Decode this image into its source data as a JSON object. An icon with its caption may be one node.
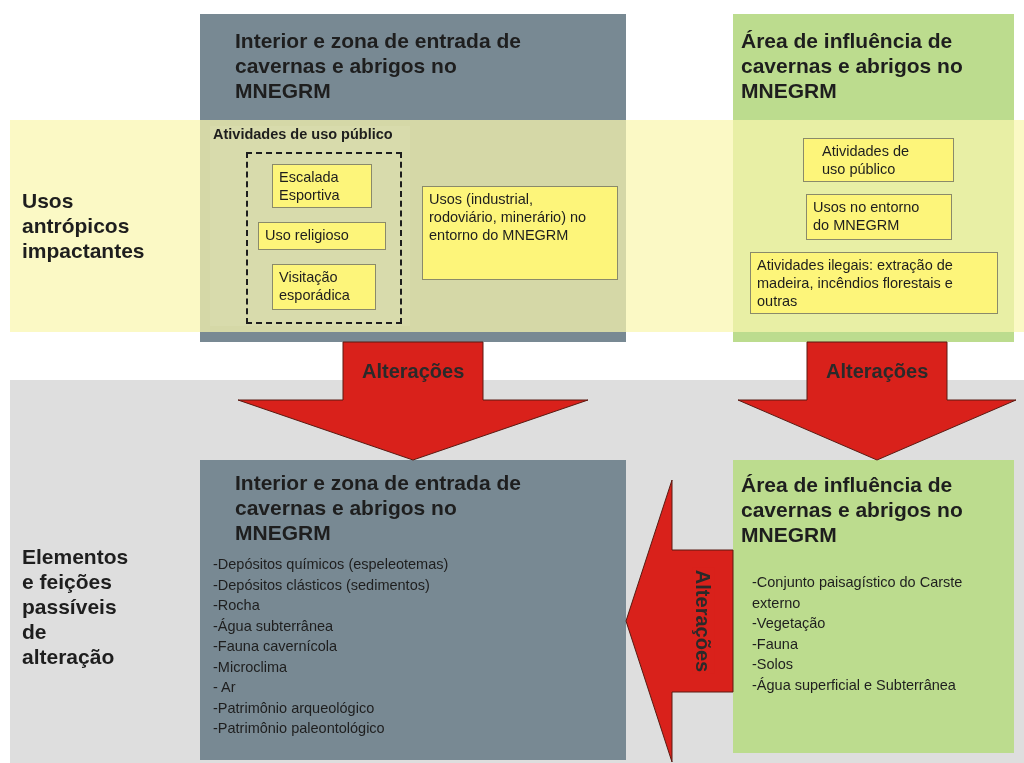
{
  "diagram": {
    "nodes": [
      {
        "text": [
          "Interior e zona de entrada de cavernas e abrigos no MNEGRM"
        ]
      },
      {
        "text": [
          "Área de influência de cavernas e abrigos no MNEGRM"
        ]
      },
      {
        "text": [
          "Usos antrópicos impactantes"
        ]
      },
      {
        "text": [
          "Atividades de uso público"
        ]
      },
      {
        "text": [
          "Escalada Esportiva"
        ],
        "in": 3
      },
      {
        "text": [
          "Uso religioso"
        ],
        "in": 3
      },
      {
        "text": [
          "Visitação esporádica"
        ],
        "in": 3
      },
      {
        "text": [
          "Usos (industrial, rodoviário, minerário) no entorno do MNEGRM"
        ]
      },
      {
        "text": [
          "Atividades de uso público"
        ]
      },
      {
        "text": [
          "Usos no entorno do MNEGRM"
        ]
      },
      {
        "text": [
          "Atividades ilegais: extração de madeira, incêndios florestais e outras"
        ]
      },
      {
        "text": [
          "Elementos e feições passíveis de alteração"
        ]
      },
      {
        "text": [
          "Interior e zona de entrada de cavernas e abrigos no MNEGRM",
          "-Depósitos químicos (espeleotemas)",
          "-Depósitos clásticos (sedimentos)",
          "-Rocha",
          "-Água subterrânea",
          "-Fauna cavernícola",
          "-Microclima",
          "- Ar",
          "-Patrimônio arqueológico",
          "-Patrimônio paleontológico"
        ],
        "in": 11
      },
      {
        "text": [
          "Área de influência de cavernas e abrigos no MNEGRM",
          "-Conjunto paisagístico do Carste externo",
          "-Vegetação",
          "-Fauna",
          "-Solos",
          "-Água superficial e Subterrânea"
        ],
        "in": 11
      }
    ],
    "edges": [
      {
        "from": 0,
        "to": 12,
        "arrow": "to",
        "label": "Alterações"
      },
      {
        "from": 1,
        "to": 13,
        "arrow": "to",
        "label": "Alterações"
      },
      {
        "from": 13,
        "to": 12,
        "arrow": "to",
        "label": "Alterações"
      }
    ]
  }
}
